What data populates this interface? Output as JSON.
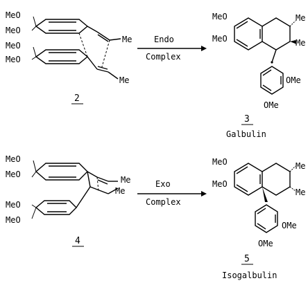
{
  "reaction_top": {
    "reactant_number": "2",
    "reactant_substituents": [
      "MeO",
      "MeO",
      "MeO",
      "MeO",
      "Me",
      "Me"
    ],
    "arrow_label_top": "Endo",
    "arrow_label_bottom": "Complex",
    "product_number": "3",
    "product_name": "Galbulin",
    "product_substituents": [
      "MeO",
      "MeO",
      "Me",
      "Me",
      "OMe",
      "OMe"
    ]
  },
  "reaction_bottom": {
    "reactant_number": "4",
    "reactant_substituents": [
      "MeO",
      "MeO",
      "MeO",
      "MeO",
      "Me",
      "Me"
    ],
    "arrow_label_top": "Exo",
    "arrow_label_bottom": "Complex",
    "product_number": "5",
    "product_name": "Isogalbulin",
    "product_substituents": [
      "MeO",
      "MeO",
      "Me",
      "Me",
      "OMe",
      "OMe"
    ]
  }
}
